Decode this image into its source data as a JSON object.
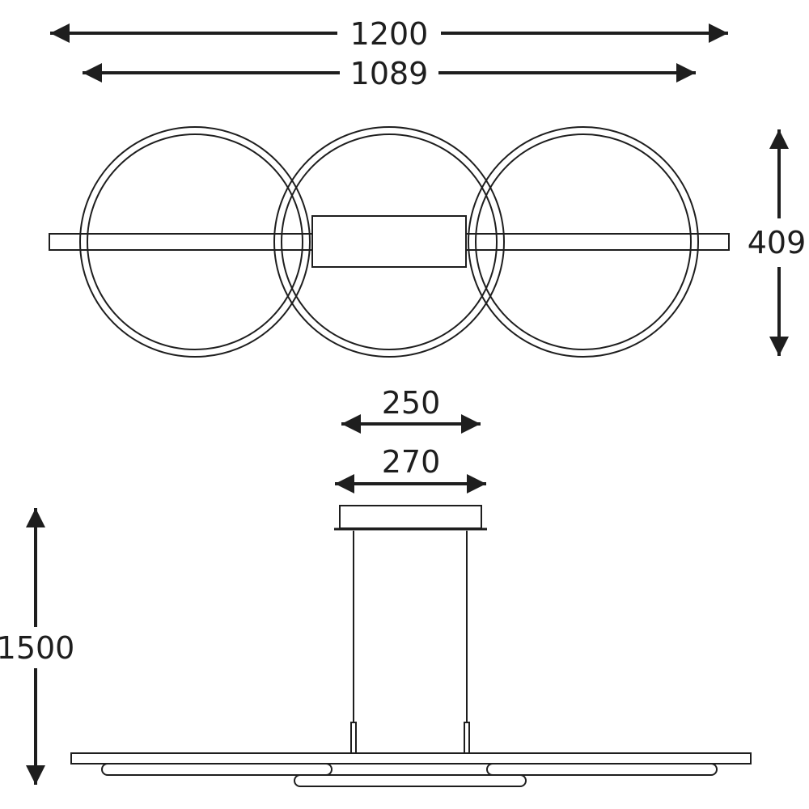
{
  "drawing": {
    "line_color": "#1e1e1e",
    "background": "#ffffff"
  },
  "dimensions": {
    "overall_width": "1200",
    "ring_span": "1089",
    "height": "409",
    "canopy_top": "250",
    "canopy_bottom": "270",
    "suspension_length": "1500"
  }
}
